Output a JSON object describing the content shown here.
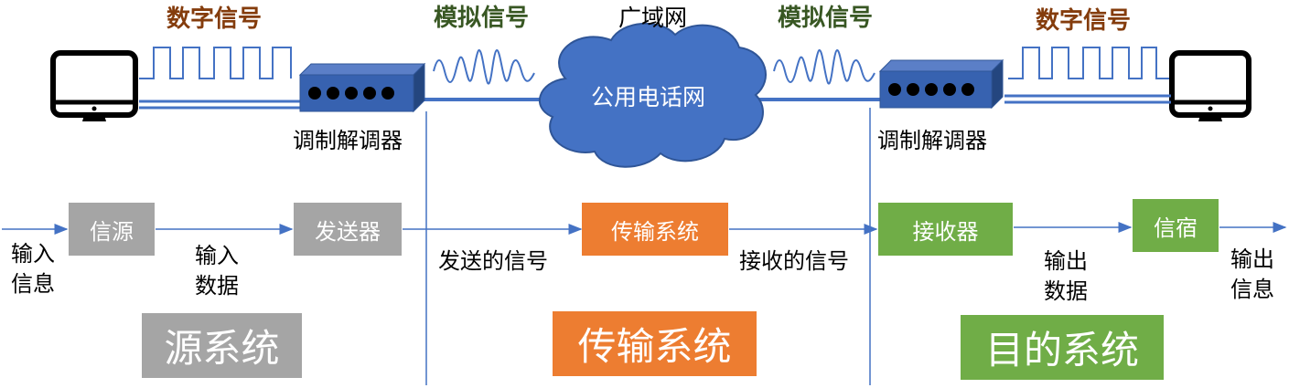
{
  "top": {
    "digital_signal_left": "数字信号",
    "analog_signal_left": "模拟信号",
    "wan_label": "广域网",
    "analog_signal_right": "模拟信号",
    "digital_signal_right": "数字信号",
    "cloud_label": "公用电话网",
    "modem_left_label": "调制解调器",
    "modem_right_label": "调制解调器"
  },
  "flow": {
    "input_info": "输入\n信息",
    "source": "信源",
    "input_data": "输入\n数据",
    "transmitter": "发送器",
    "sent_signal": "发送的信号",
    "transmission": "传输系统",
    "received_signal": "接收的信号",
    "receiver": "接收器",
    "output_data": "输出\n数据",
    "destination": "信宿",
    "output_info": "输出\n信息"
  },
  "systems": {
    "source_system": "源系统",
    "transmission_system": "传输系统",
    "destination_system": "目的系统"
  },
  "colors": {
    "line_blue": "#4472c4",
    "cloud_blue": "#4472c4",
    "modem_blue": "#2f5597",
    "gray_box": "#a5a5a5",
    "orange_box": "#ed7d31",
    "green_box": "#70ad47",
    "digital_text": "#843c0c",
    "analog_text": "#385723"
  }
}
